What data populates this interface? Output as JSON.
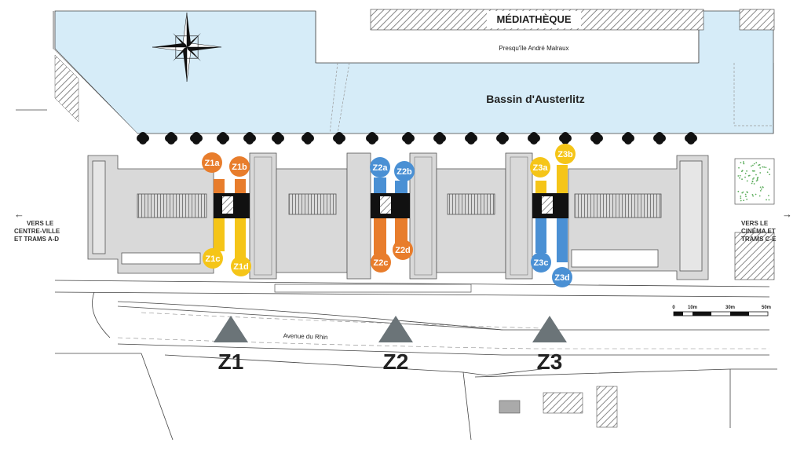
{
  "map": {
    "landmarks": {
      "library": "MÉDIATHÈQUE",
      "peninsula": "Presqu'île André Malraux",
      "basin": "Bassin d'Austerlitz",
      "avenue": "Avenue du Rhin"
    },
    "nav_left": {
      "arrow": "←",
      "line1": "VERS LE",
      "line2": "CENTRE-VILLE",
      "line3": "ET TRAMS A-D"
    },
    "nav_right": {
      "arrow": "→",
      "line1": "VERS LE",
      "line2": "CINÉMA ET",
      "line3": "TRAMS C-E"
    },
    "scale": {
      "labels": [
        "0",
        "10m",
        "30m",
        "50m"
      ]
    },
    "zone_markers": [
      "Z1",
      "Z2",
      "Z3"
    ],
    "zones": [
      {
        "id": "Z1a",
        "color": "#e87d2c"
      },
      {
        "id": "Z1b",
        "color": "#e87d2c"
      },
      {
        "id": "Z1c",
        "color": "#f5c518"
      },
      {
        "id": "Z1d",
        "color": "#f5c518"
      },
      {
        "id": "Z2a",
        "color": "#4a90d4"
      },
      {
        "id": "Z2b",
        "color": "#4a90d4"
      },
      {
        "id": "Z2c",
        "color": "#e87d2c"
      },
      {
        "id": "Z2d",
        "color": "#e87d2c"
      },
      {
        "id": "Z3a",
        "color": "#f5c518"
      },
      {
        "id": "Z3b",
        "color": "#f5c518"
      },
      {
        "id": "Z3c",
        "color": "#4a90d4"
      },
      {
        "id": "Z3d",
        "color": "#4a90d4"
      }
    ],
    "colors": {
      "water": "#d6ecf8",
      "building": "#d9d9d9",
      "orange": "#e87d2c",
      "yellow": "#f5c518",
      "blue": "#4a90d4",
      "marker": "#6b7478"
    }
  }
}
